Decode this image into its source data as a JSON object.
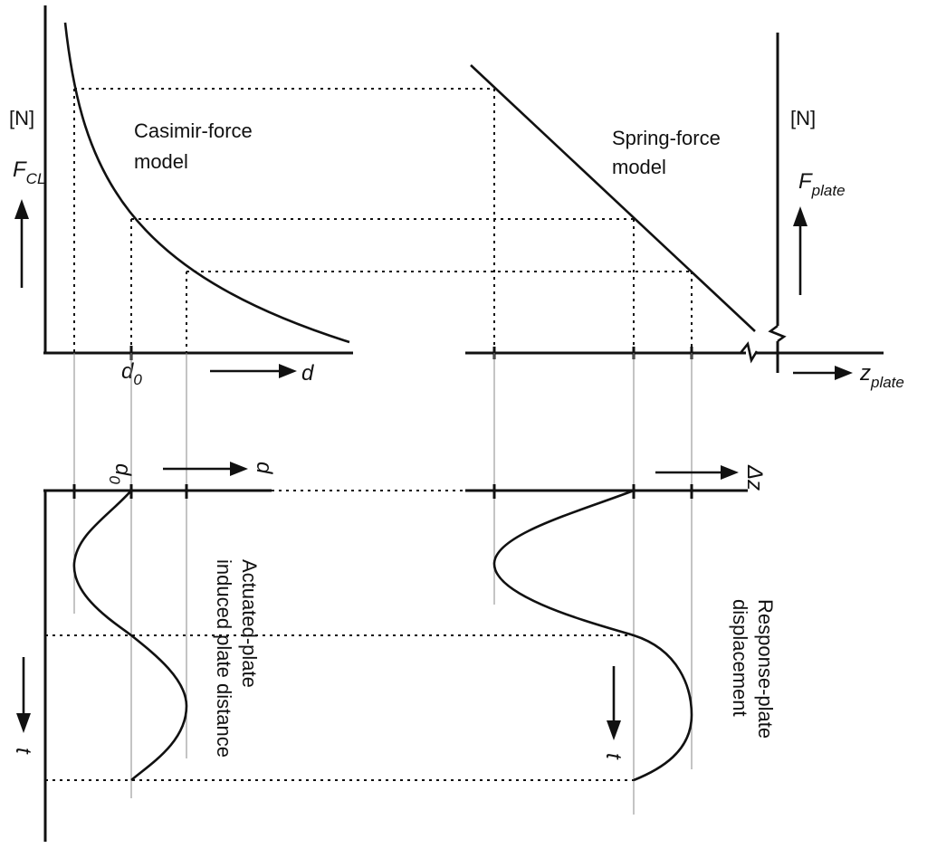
{
  "top_left": {
    "unit": "[N]",
    "force_symbol": "F",
    "force_subscript": "CL",
    "model_label_line1": "Casimir-force",
    "model_label_line2": "model",
    "tick_symbol": "d",
    "tick_subscript": "0",
    "axis_symbol": "d"
  },
  "top_right": {
    "unit": "[N]",
    "force_symbol": "F",
    "force_subscript": "plate",
    "model_label_line1": "Spring-force",
    "model_label_line2": "model",
    "axis_symbol": "z",
    "axis_subscript": "plate"
  },
  "bottom_left": {
    "tick_symbol": "d",
    "tick_subscript": "0",
    "axis_symbol": "d",
    "time_symbol": "t",
    "caption_line1": "Actuated-plate",
    "caption_line2": "induced plate distance"
  },
  "bottom_right": {
    "axis_symbol": "Δz",
    "time_symbol": "t",
    "caption_line1": "Response-plate",
    "caption_line2": "displacement"
  }
}
